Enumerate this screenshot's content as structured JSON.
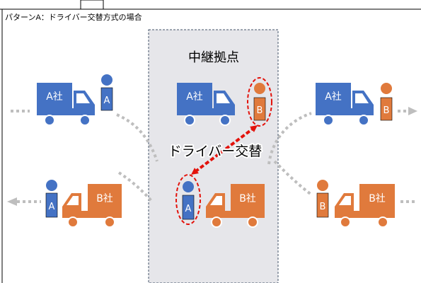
{
  "title": "パターンA：ドライバー交替方式の場合",
  "relay_label": "中継拠点",
  "swap_label": "ドライバー交替",
  "company_a_truck": "A社",
  "company_b_truck": "B社",
  "driver_a": "A",
  "driver_b": "B",
  "colors": {
    "blue": "#4472C4",
    "orange": "#E07A3C",
    "relay_bg": "#E6E6EA",
    "relay_border": "#44546A",
    "arrow_gray": "#BEBEBE",
    "highlight_red": "#E3120B"
  }
}
